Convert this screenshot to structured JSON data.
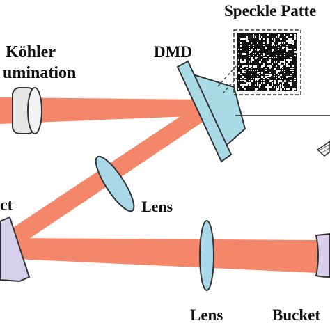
{
  "labels": {
    "speckle": "Speckle Patte",
    "kohler_line1": "Köhler",
    "kohler_line2": "umination",
    "dmd": "DMD",
    "object": "ct",
    "lens_upper": "Lens",
    "lens_lower": "Lens",
    "bucket": "Bucket"
  },
  "colors": {
    "beam": "#f4866a",
    "dmd_face": "#a8dbe6",
    "lens_fill": "#a9d8e8",
    "object_fill": "#d6d0ee",
    "bucket_fill": "#d8cdeb",
    "kohler_fill": "#e6e6e6",
    "stroke": "#222222"
  },
  "icons": {
    "speckle_pattern": "speckle-pattern-icon",
    "kohler_lens": "kohler-lens-icon",
    "dmd": "dmd-mirror-icon",
    "object": "object-slab-icon",
    "bucket_detector": "bucket-detector-icon",
    "lens": "biconvex-lens-icon",
    "computer": "computer-keyboard-icon"
  }
}
